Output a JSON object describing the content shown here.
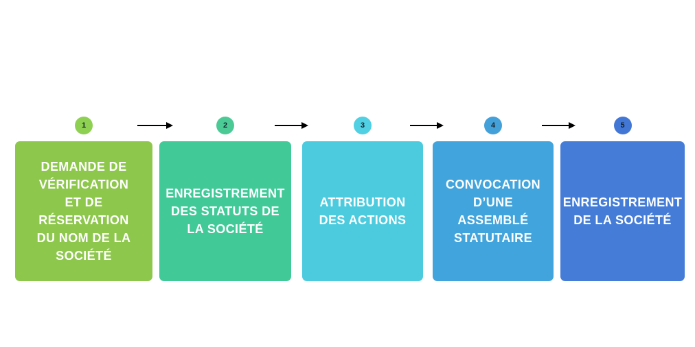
{
  "diagram": {
    "type": "process-flow",
    "background_color": "#FFFFFF",
    "arrow_color": "#000000",
    "number_color": "#16242F",
    "label_color": "#FFFFFF"
  },
  "steps": [
    {
      "number": "1",
      "label": "DEMANDE DE\nVÉRIFICATION\nET DE\nRÉSERVATION\nDU NOM DE LA\nSOCIÉTÉ",
      "box_color": "#8DC74B",
      "circle_color": "#8ED052"
    },
    {
      "number": "2",
      "label": "ENREGISTREMENT\nDES STATUTS DE\nLA SOCIÉTÉ",
      "box_color": "#41C998",
      "circle_color": "#4CCA96"
    },
    {
      "number": "3",
      "label": "ATTRIBUTION\nDES ACTIONS",
      "box_color": "#4CCBDF",
      "circle_color": "#50D0E2"
    },
    {
      "number": "4",
      "label": "CONVOCATION\nD’UNE\nASSEMBLÉ\nSTATUTAIRE",
      "box_color": "#41A4DC",
      "circle_color": "#44A0D9"
    },
    {
      "number": "5",
      "label": "ENREGISTREMENT\nDE LA SOCIÉTÉ",
      "box_color": "#447CD8",
      "circle_color": "#4377D6"
    }
  ]
}
